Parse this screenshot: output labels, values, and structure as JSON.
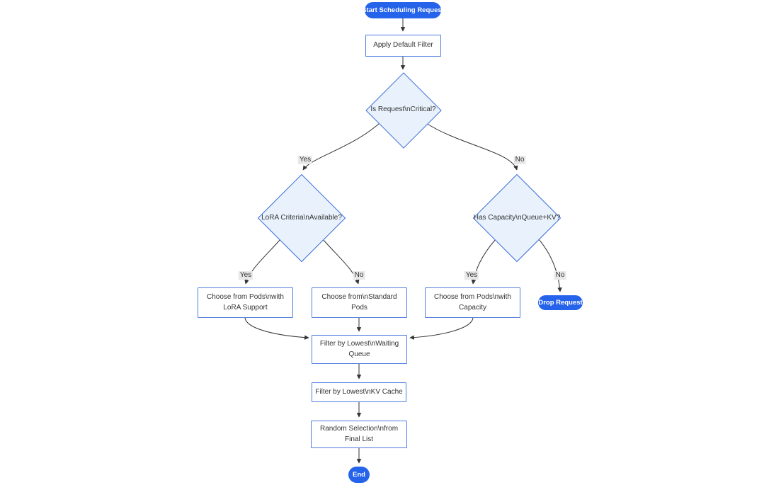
{
  "diagram": {
    "type": "flowchart",
    "direction": "top-down",
    "background": "#ffffff"
  },
  "colors": {
    "accent_blue": "#2563eb",
    "process_border": "#4f7de0",
    "process_fill": "#ffffff",
    "decision_border": "#3b6fd9",
    "decision_fill": "#e9f2fc",
    "edge_line": "#333333",
    "edge_label_bg": "#e8e8e8",
    "text": "#333333",
    "terminal_text": "#ffffff"
  },
  "nodes": {
    "start": {
      "label": "Start Scheduling Request",
      "shape": "stadium"
    },
    "apply_default_filter": {
      "label": "Apply Default Filter",
      "shape": "rect"
    },
    "is_critical": {
      "label": "Is Request\\nCritical?",
      "shape": "decision"
    },
    "lora_criteria": {
      "label": "LoRA Criteria\\nAvailable?",
      "shape": "decision"
    },
    "has_capacity": {
      "label": "Has Capacity\\nQueue+KV?",
      "shape": "decision"
    },
    "choose_lora_pods": {
      "label": "Choose from Pods\\nwith LoRA Support",
      "shape": "rect"
    },
    "choose_standard_pods": {
      "label": "Choose from\\nStandard Pods",
      "shape": "rect"
    },
    "choose_capacity_pods": {
      "label": "Choose from Pods\\nwith Capacity",
      "shape": "rect"
    },
    "drop_request": {
      "label": "Drop Request",
      "shape": "stadium"
    },
    "filter_waiting_queue": {
      "label": "Filter by Lowest\\nWaiting Queue",
      "shape": "rect"
    },
    "filter_kv_cache": {
      "label": "Filter by Lowest\\nKV Cache",
      "shape": "rect"
    },
    "random_selection": {
      "label": "Random Selection\\nfrom Final List",
      "shape": "rect"
    },
    "end": {
      "label": "End",
      "shape": "stadium"
    }
  },
  "edges": [
    {
      "from": "start",
      "to": "apply_default_filter",
      "label": ""
    },
    {
      "from": "apply_default_filter",
      "to": "is_critical",
      "label": ""
    },
    {
      "from": "is_critical",
      "to": "lora_criteria",
      "label": "Yes"
    },
    {
      "from": "is_critical",
      "to": "has_capacity",
      "label": "No"
    },
    {
      "from": "lora_criteria",
      "to": "choose_lora_pods",
      "label": "Yes"
    },
    {
      "from": "lora_criteria",
      "to": "choose_standard_pods",
      "label": "No"
    },
    {
      "from": "has_capacity",
      "to": "choose_capacity_pods",
      "label": "Yes"
    },
    {
      "from": "has_capacity",
      "to": "drop_request",
      "label": "No"
    },
    {
      "from": "choose_lora_pods",
      "to": "filter_waiting_queue",
      "label": ""
    },
    {
      "from": "choose_standard_pods",
      "to": "filter_waiting_queue",
      "label": ""
    },
    {
      "from": "choose_capacity_pods",
      "to": "filter_waiting_queue",
      "label": ""
    },
    {
      "from": "filter_waiting_queue",
      "to": "filter_kv_cache",
      "label": ""
    },
    {
      "from": "filter_kv_cache",
      "to": "random_selection",
      "label": ""
    },
    {
      "from": "random_selection",
      "to": "end",
      "label": ""
    }
  ]
}
